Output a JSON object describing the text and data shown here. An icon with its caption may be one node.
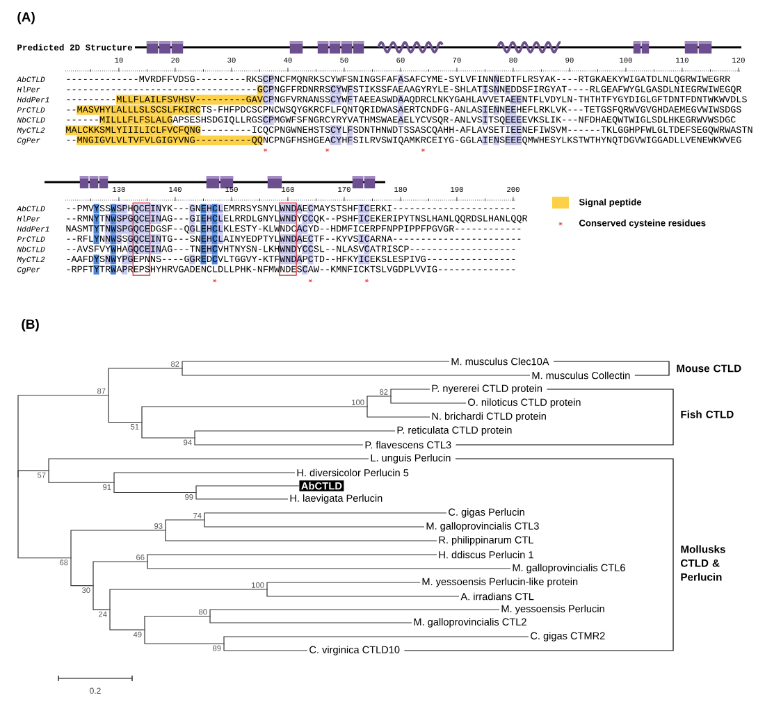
{
  "diagram": {
    "nodes": [
      {
        "text": [
          "M. musculus Clec10A"
        ]
      },
      {
        "text": [
          "M. musculus Collectin"
        ]
      },
      {
        "text": [
          "P. nyererei CTLD protein"
        ]
      },
      {
        "text": [
          "O. niloticus CTLD protein"
        ]
      },
      {
        "text": [
          "N. brichardi CTLD protein"
        ]
      },
      {
        "text": [
          "P. reticulata CTLD protein"
        ]
      },
      {
        "text": [
          "P. flavescens CTL3"
        ]
      },
      {
        "text": [
          "L. unguis Perlucin"
        ]
      },
      {
        "text": [
          "H. diversicolor Perlucin 5"
        ]
      },
      {
        "text": [
          "AbCTLD"
        ]
      },
      {
        "text": [
          "H. laevigata Perlucin"
        ]
      },
      {
        "text": [
          "C. gigas Perlucin"
        ]
      },
      {
        "text": [
          "M. galloprovincialis CTL3"
        ]
      },
      {
        "text": [
          "R. philippinarum CTL"
        ]
      },
      {
        "text": [
          "H. ddiscus Perlucin 1"
        ]
      },
      {
        "text": [
          "M. galloprovincialis CTL6"
        ]
      },
      {
        "text": [
          "M. yessoensis Perlucin-like protein"
        ]
      },
      {
        "text": [
          "A. irradians CTL"
        ]
      },
      {
        "text": [
          "M. yessoensis Perlucin"
        ]
      },
      {
        "text": [
          "M. galloprovincialis CTL2"
        ]
      },
      {
        "text": [
          "C. gigas CTMR2"
        ]
      },
      {
        "text": [
          "C. virginica CTLD10"
        ]
      },
      {
        "text": [],
        "shape": "point"
      },
      {
        "text": [],
        "shape": "point",
        "beside": [
          "87"
        ]
      },
      {
        "text": [],
        "shape": "point",
        "beside": [
          "82"
        ]
      },
      {
        "text": [],
        "shape": "point",
        "beside": [
          "51"
        ]
      },
      {
        "text": [],
        "shape": "point",
        "beside": [
          "100"
        ]
      },
      {
        "text": [],
        "shape": "point",
        "beside": [
          "82"
        ]
      },
      {
        "text": [],
        "shape": "point",
        "beside": [
          "94"
        ]
      },
      {
        "text": [],
        "shape": "point",
        "beside": [
          "57"
        ]
      },
      {
        "text": [],
        "shape": "point",
        "beside": [
          "91"
        ]
      },
      {
        "text": [],
        "shape": "point",
        "beside": [
          "99"
        ]
      },
      {
        "text": [],
        "shape": "point",
        "beside": [
          "68"
        ]
      },
      {
        "text": [],
        "shape": "point",
        "beside": [
          "93"
        ]
      },
      {
        "text": [],
        "shape": "point",
        "beside": [
          "74"
        ]
      },
      {
        "text": [],
        "shape": "point",
        "beside": [
          "30"
        ]
      },
      {
        "text": [],
        "shape": "point",
        "beside": [
          "66"
        ]
      },
      {
        "text": [],
        "shape": "point",
        "beside": [
          "24"
        ]
      },
      {
        "text": [],
        "shape": "point",
        "beside": [
          "100"
        ]
      },
      {
        "text": [],
        "shape": "point",
        "beside": [
          "49"
        ]
      },
      {
        "text": [],
        "shape": "point",
        "beside": [
          "80"
        ]
      },
      {
        "text": [],
        "shape": "point",
        "beside": [
          "89"
        ]
      }
    ],
    "edges": [
      {
        "from": 22,
        "to": 23,
        "arrow": "none"
      },
      {
        "from": 22,
        "to": 29,
        "arrow": "none"
      },
      {
        "from": 22,
        "to": 32,
        "arrow": "none"
      },
      {
        "from": 23,
        "to": 24,
        "arrow": "none"
      },
      {
        "from": 23,
        "to": 25,
        "arrow": "none"
      },
      {
        "from": 24,
        "to": 0,
        "arrow": "none"
      },
      {
        "from": 24,
        "to": 1,
        "arrow": "none"
      },
      {
        "from": 25,
        "to": 26,
        "arrow": "none"
      },
      {
        "from": 25,
        "to": 28,
        "arrow": "none"
      },
      {
        "from": 26,
        "to": 27,
        "arrow": "none"
      },
      {
        "from": 26,
        "to": 4,
        "arrow": "none"
      },
      {
        "from": 27,
        "to": 2,
        "arrow": "none"
      },
      {
        "from": 27,
        "to": 3,
        "arrow": "none"
      },
      {
        "from": 28,
        "to": 5,
        "arrow": "none"
      },
      {
        "from": 28,
        "to": 6,
        "arrow": "none"
      },
      {
        "from": 29,
        "to": 7,
        "arrow": "none"
      },
      {
        "from": 29,
        "to": 30,
        "arrow": "none"
      },
      {
        "from": 30,
        "to": 8,
        "arrow": "none"
      },
      {
        "from": 30,
        "to": 31,
        "arrow": "none"
      },
      {
        "from": 31,
        "to": 9,
        "arrow": "none"
      },
      {
        "from": 31,
        "to": 10,
        "arrow": "none"
      },
      {
        "from": 32,
        "to": 33,
        "arrow": "none"
      },
      {
        "from": 32,
        "to": 35,
        "arrow": "none"
      },
      {
        "from": 33,
        "to": 34,
        "arrow": "none"
      },
      {
        "from": 33,
        "to": 13,
        "arrow": "none"
      },
      {
        "from": 34,
        "to": 11,
        "arrow": "none"
      },
      {
        "from": 34,
        "to": 12,
        "arrow": "none"
      },
      {
        "from": 35,
        "to": 36,
        "arrow": "none"
      },
      {
        "from": 35,
        "to": 37,
        "arrow": "none"
      },
      {
        "from": 36,
        "to": 14,
        "arrow": "none"
      },
      {
        "from": 36,
        "to": 15,
        "arrow": "none"
      },
      {
        "from": 37,
        "to": 38,
        "arrow": "none"
      },
      {
        "from": 37,
        "to": 39,
        "arrow": "none"
      },
      {
        "from": 38,
        "to": 16,
        "arrow": "none"
      },
      {
        "from": 38,
        "to": 17,
        "arrow": "none"
      },
      {
        "from": 39,
        "to": 40,
        "arrow": "none"
      },
      {
        "from": 39,
        "to": 41,
        "arrow": "none"
      },
      {
        "from": 40,
        "to": 18,
        "arrow": "none"
      },
      {
        "from": 40,
        "to": 19,
        "arrow": "none"
      },
      {
        "from": 41,
        "to": 20,
        "arrow": "none"
      },
      {
        "from": 41,
        "to": 21,
        "arrow": "none"
      }
    ],
    "labels": [
      "(A)",
      "Predicted 2D Structure",
      "10",
      "20",
      "30",
      "40",
      "50",
      "60",
      "70",
      "80",
      "90",
      "100",
      "110",
      "120",
      "AbCTLD",
      "-------------MVRDFFVDSG---------RKSCPNCFMQNRKSCYWFSNINGSFAFASAFCYME-SYLVFINNNEDTFLRSYAK----RTGKAEKYWIGATDLNLQGRWIWEGRR",
      "HlPer",
      "----------------------------------GCPNGFFRDNRRSCYWFSTIKSSFAEAAGYRYLE-SHLATISNNEDDSFIRGYAT----RLGEAFWYGLGASDLNIEGRWIWEGQR",
      "HddPer1",
      "---------MLLFLAILFSVHSV---------GAVCPNGFVRNANSSCYWFTAEEASWDAAQDRCLNKYGAHLAVVETAEENTFLVDYLN-THTHTFYGYDIGLGFTDNTFDNTWKWVDLS",
      "PrCTLD",
      "--MASVHYLALLLSLSCSLFKIRCTS-FHFPDCSCPNCWSQYGKRCFLFQNTQRIDWASAERTCNDFG-ANLASIENNEEHEFLRKLVK---TETGSFQRWVGVGHDAEMEGVWIWSDGS",
      "NbCTLD",
      "------MILLLFLFSLALGAPSESHSDGIQLLRGSCPMGWFSFNGRCYRYVATHMSWAEAELYCVSQR-ANLVSITSQEEEEVKSLIK---NFDHAEQWTWIGLSDLHKEGRWVWSDGC",
      "MyCTL2",
      "MALCKKSMLYIIILICLFVCFQNG---------ICQCPNGWNEHSTSCYLFSDNTHNWDTSSASCQAHH-AFLAVSETIEENEFIWSVM------TKLGGHPFWLGLTDEFSEGQWRWASTN",
      "CgPer",
      "--MNGIGVLVLTVFVLGIGYVNG----------QQNCPNGFHSHGEACYHFSILRVSWIQAMKRCEIYG-GGLAIENSEEEQMWHESYLKSTWTHYNQTDGVWIGGADLLVENEWKWVEG",
      "130",
      "140",
      "150",
      "160",
      "170",
      "180",
      "190",
      "200",
      "AbCTLD",
      "--PMVYSSWSPHQCEINYK---GNEHCLEMRRSYSNYLWNDAECMAYSTSHFICERKI----------------------",
      "HlPer",
      "--RMNYTNWSPGQCEINAG---GIEHCLELRRDLGNYLWNDYCCQK--PSHFICEKERIPYTNSLHANLQQRDSLHANLQQR",
      "HddPer1",
      "NASMTYTNWSPGQCEDGSF--QGLEHCLKLESTY-KLWNDCACYD--HDMFICERPFNPPIPPFPGVGR------------",
      "PrCTLD",
      "--RFLYNNWSSGQCEINTG---SNEHCLAINYEDPTYLWNDAECTF--KYVSICARNA-----------------------",
      "NbCTLD",
      "--AVSFVYWHAGQCEINAG---TNEHCVHTNYSN-LKHWNDYCCSL--NLASVCATRISCP-------------------",
      "MyCTL2",
      "-AAFDYSNWYPGEPNNS----GGREDCVLTGGVY-KTFWNDAPCTD--HFKYICEKSLESPIVG----------------",
      "CgPer",
      "-RPFTYTRWAPREPSHYHRVGADENCLDLLPHK-NFMWNDESCAW--KMNFICKTSLVGDPLVVIG--------------",
      "(B)",
      "Mouse CTLD",
      "Fish CTLD",
      "Mollusks CTLD & Perlucin",
      "0.2"
    ],
    "legend": [
      {
        "text": "Signal peptide",
        "color": "#fcd047"
      },
      {
        "text": "Conserved cysteine residues"
      }
    ]
  }
}
